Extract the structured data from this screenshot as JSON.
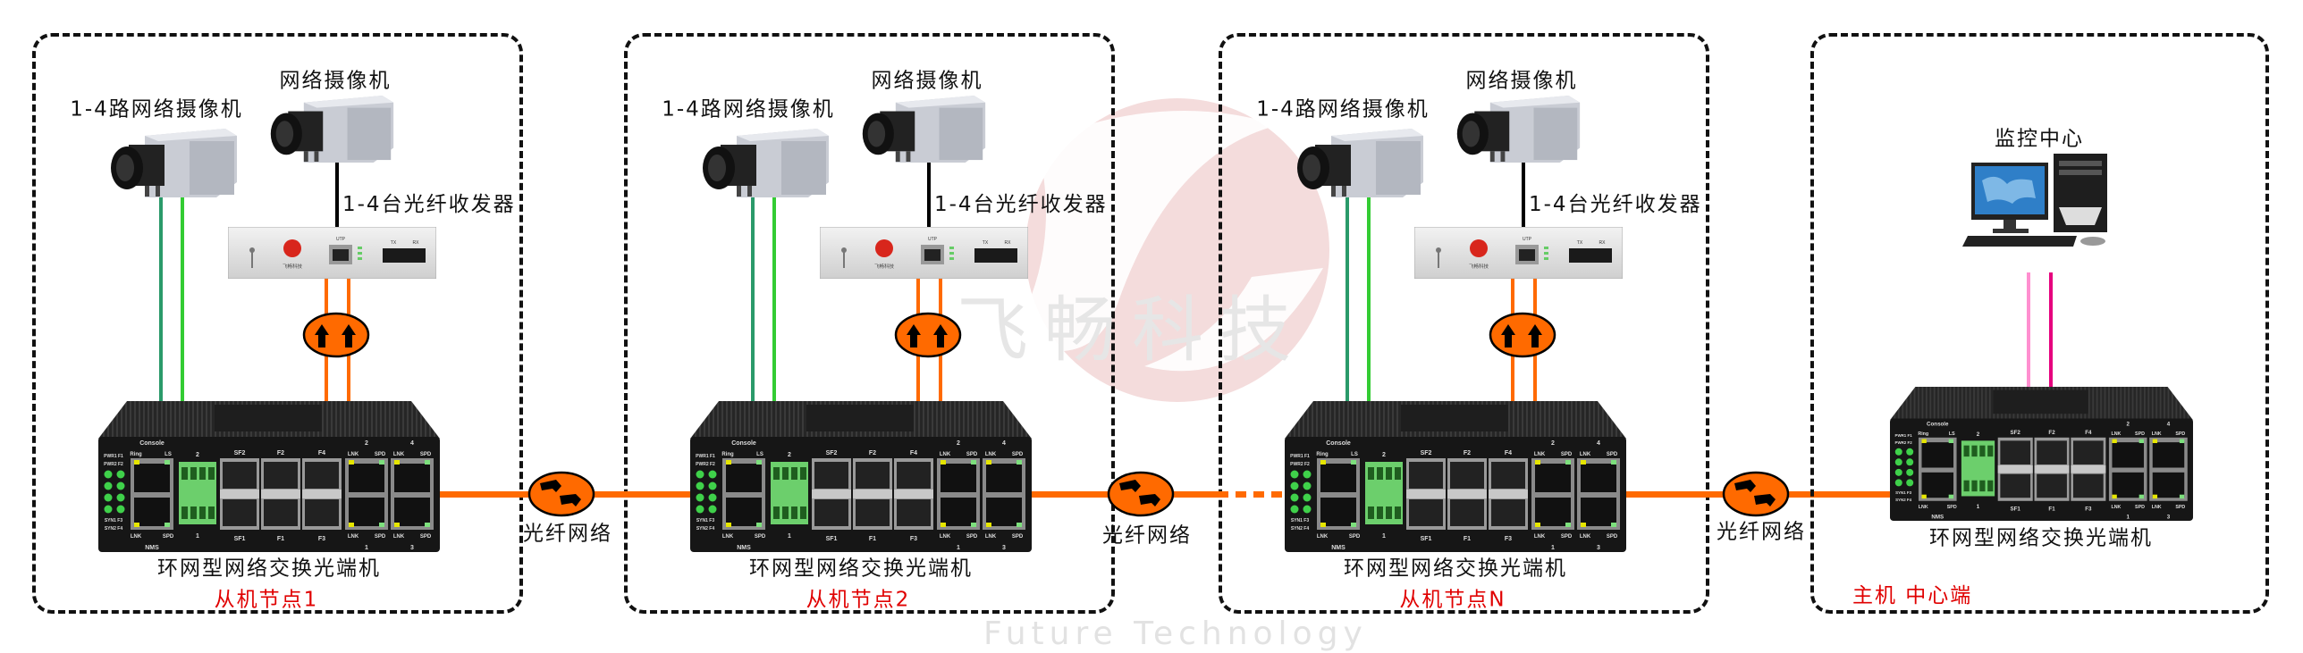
{
  "watermark": {
    "logo_text": "飞畅科技",
    "english_text": "Future Technology",
    "color": "#f2d4d4"
  },
  "colors": {
    "fiber": "#ff6a00",
    "camera_link_1": "#2a9a6a",
    "camera_link_2": "#33cc33",
    "host_link_1": "#ff8fd0",
    "host_link_2": "#e6007e",
    "node_label": "#e00000"
  },
  "slave_nodes": [
    {
      "camera_group_label": "1-4路网络摄像机",
      "camera_label": "网络摄像机",
      "transceiver_label": "1-4台光纤收发器",
      "switch_label": "环网型网络交换光端机",
      "node_label": "从机节点1"
    },
    {
      "camera_group_label": "1-4路网络摄像机",
      "camera_label": "网络摄像机",
      "transceiver_label": "1-4台光纤收发器",
      "switch_label": "环网型网络交换光端机",
      "node_label": "从机节点2"
    },
    {
      "camera_group_label": "1-4路网络摄像机",
      "camera_label": "网络摄像机",
      "transceiver_label": "1-4台光纤收发器",
      "switch_label": "环网型网络交换光端机",
      "node_label": "从机节点N"
    }
  ],
  "host_node": {
    "monitor_label": "监控中心",
    "switch_label": "环网型网络交换光端机",
    "node_label": "主机  中心端"
  },
  "links": [
    {
      "label": "光纤网络"
    },
    {
      "label": "光纤网络"
    },
    {
      "label": "光纤网络"
    }
  ],
  "switch_panel": {
    "console": "Console",
    "ring": "Ring",
    "ls": "LS",
    "nms": "NMS",
    "lnk": "LNK",
    "spd": "SPD",
    "led_labels_top": [
      "PWR1 F1",
      "PWR2 F2"
    ],
    "led_labels_bottom": [
      "SYN1 F3",
      "SYN2 F4"
    ],
    "terminal_top": "2",
    "terminal_bottom": "1",
    "sfp_top": [
      "SF2",
      "F2",
      "F4"
    ],
    "sfp_bottom": [
      "SF1",
      "F1",
      "F3"
    ],
    "rj_top": [
      "2",
      "4"
    ],
    "rj_bottom": [
      "1",
      "3"
    ]
  },
  "transceiver_panel": {
    "utp": "UTP",
    "tx": "TX",
    "rx": "RX",
    "brand": "飞畅科技"
  }
}
